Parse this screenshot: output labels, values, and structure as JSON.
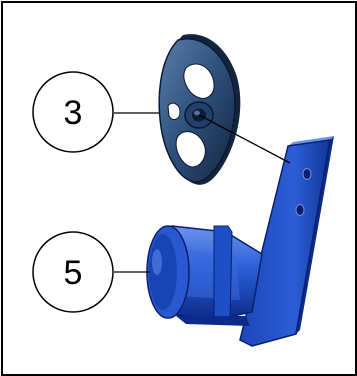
{
  "callouts": [
    {
      "label": "3",
      "part": "spool-disc"
    },
    {
      "label": "5",
      "part": "spool-holder-bracket"
    }
  ],
  "colors": {
    "frame": "#000000",
    "disc_face": "#2e4f7a",
    "disc_dark": "#13243f",
    "disc_light": "#5a7dab",
    "bracket_face": "#2c5ed6",
    "bracket_dark": "#0c2a8a",
    "bracket_light": "#6e93ee",
    "leader": "#000000"
  }
}
